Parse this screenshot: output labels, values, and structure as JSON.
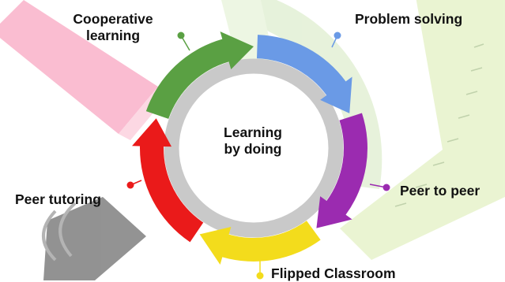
{
  "diagram": {
    "center": {
      "line1": "Learning",
      "line2": "by doing"
    },
    "nodes": [
      {
        "id": "cooperative",
        "line1": "Cooperative",
        "line2": "learning",
        "color": "#5aa043"
      },
      {
        "id": "problem",
        "line1": "Problem solving",
        "color": "#6a9ae6"
      },
      {
        "id": "peer-to-peer",
        "line1": "Peer to peer",
        "color": "#9b2bb0"
      },
      {
        "id": "flipped",
        "line1": "Flipped Classroom",
        "color": "#f3dc1c"
      },
      {
        "id": "peer-tutoring",
        "line1": "Peer tutoring",
        "color": "#ea1a1a"
      }
    ],
    "ring_color": "#c9c9c9"
  }
}
